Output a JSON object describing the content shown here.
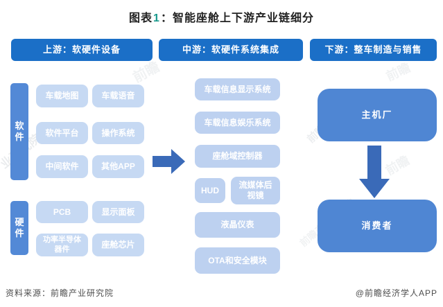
{
  "title": {
    "prefix": "图表",
    "num": "1",
    "rest": "：智能座舱上下游产业链细分"
  },
  "colors": {
    "header_blue": "#1b6fc7",
    "bar_blue": "#5389d6",
    "light_box_blue": "#c6d9f3",
    "mid_box_blue": "#bdd1f0",
    "deep_box_blue": "#4f86d3",
    "arrow_blue": "#3a6ab8",
    "title_num_teal": "#18998c"
  },
  "headers": {
    "upstream": "上游：软硬件设备",
    "midstream": "中游：软硬件系统集成",
    "downstream": "下游：整车制造与销售"
  },
  "upstream": {
    "software": {
      "label": "软件",
      "items": [
        "车载地图",
        "车载语音",
        "软件平台",
        "操作系统",
        "中间软件",
        "其他APP"
      ]
    },
    "hardware": {
      "label": "硬件",
      "items": [
        "PCB",
        "显示面板",
        "功率半导体器件",
        "座舱芯片"
      ]
    }
  },
  "midstream": {
    "items": [
      "车载信息显示系统",
      "车载信息娱乐系统",
      "座舱域控制器",
      "HUD",
      "流媒体后视镜",
      "液晶仪表",
      "OTA和安全模块"
    ]
  },
  "downstream": {
    "oem": "主机厂",
    "consumer": "消费者"
  },
  "footer": {
    "source": "资料来源：前瞻产业研究院",
    "credit": "@前瞻经济学人APP"
  },
  "watermarks": [
    "前瞻",
    "前瞻产业研究院",
    "前瞻",
    "业研究院",
    "前瞻产业研究院",
    "前瞻"
  ]
}
